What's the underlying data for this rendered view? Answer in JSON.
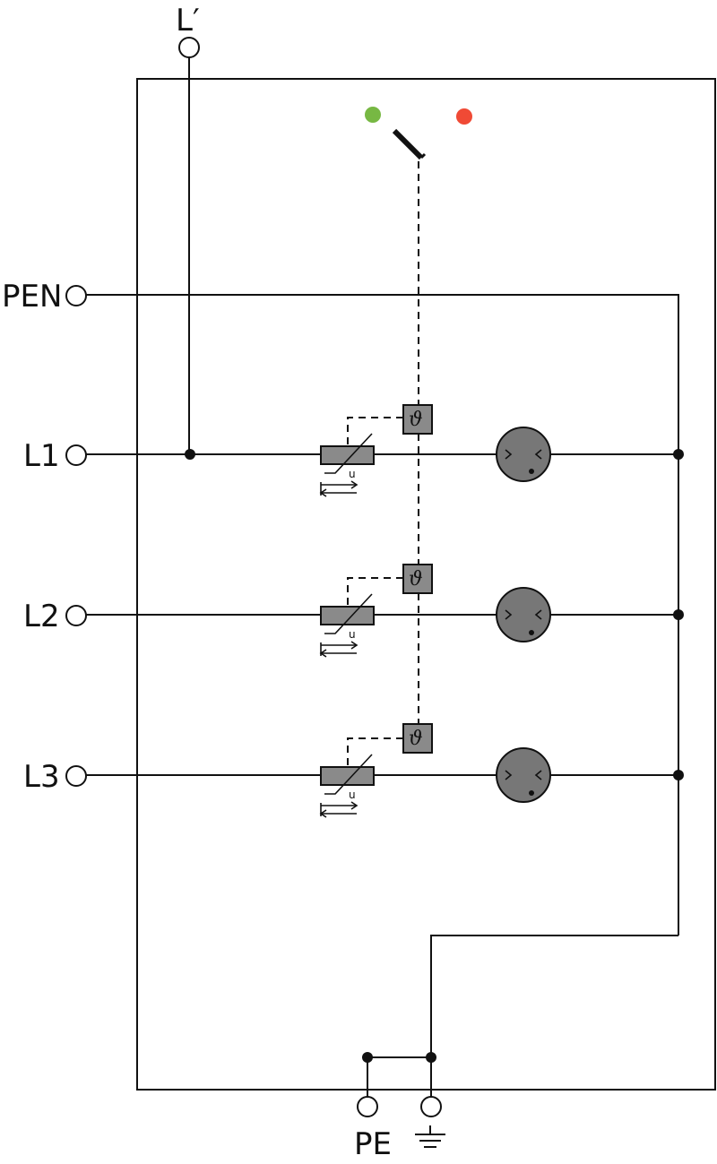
{
  "terminals": {
    "l_prime": "L′",
    "pen": "PEN",
    "l1": "L1",
    "l2": "L2",
    "l3": "L3",
    "pe": "PE"
  },
  "symbols": {
    "theta": "ϑ",
    "u": "u"
  },
  "icons": {
    "ground": "ground-icon",
    "varistor": "varistor-icon",
    "spark_gap": "spark-gap-icon",
    "thermal_disconnector": "thermal-disconnector-icon",
    "remote_contact": "remote-contact-switch-icon"
  },
  "colors": {
    "wire": "#111111",
    "component_fill": "#8a8a8a",
    "spark_gap_fill": "#777777",
    "indicator_ok": "#77b843",
    "indicator_fault": "#f04a35"
  }
}
